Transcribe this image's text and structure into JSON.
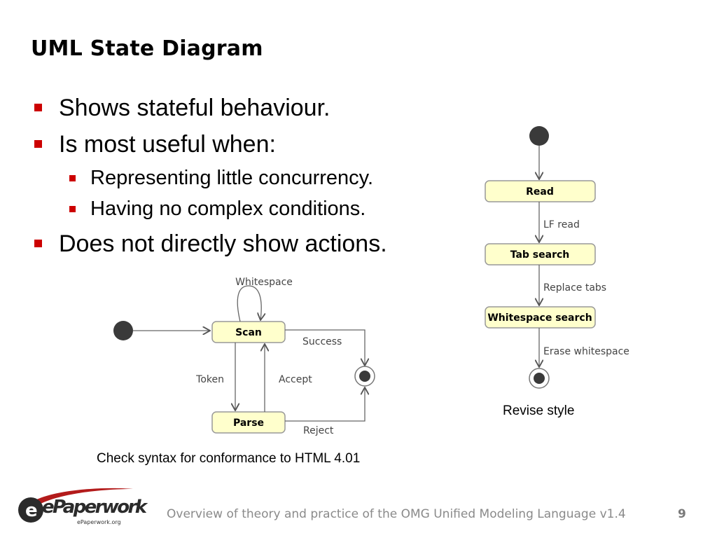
{
  "slide": {
    "title": "UML State Diagram",
    "bullets": [
      {
        "text": "Shows stateful behaviour.",
        "level": 1
      },
      {
        "text": "Is most useful when:",
        "level": 1
      },
      {
        "text": "Representing little concurrency.",
        "level": 2
      },
      {
        "text": "Having no complex conditions.",
        "level": 2
      },
      {
        "text": "Does not directly show actions.",
        "level": 1
      }
    ],
    "bullet_color": "#cc0000"
  },
  "diagram_left": {
    "states": [
      "Scan",
      "Parse"
    ],
    "transitions": [
      "Whitespace",
      "Success",
      "Token",
      "Accept",
      "Reject"
    ],
    "caption": "Check syntax for conformance to HTML 4.01"
  },
  "diagram_right": {
    "states": [
      "Read",
      "Tab search",
      "Whitespace search"
    ],
    "transitions": [
      "LF read",
      "Replace tabs",
      "Erase whitespace"
    ],
    "caption": "Revise style"
  },
  "state_fill": "#ffffcc",
  "footer": {
    "text": "Overview of theory and practice of the OMG Unified Modeling Language v1.4",
    "page_number": "9",
    "logo_text": "ePaperwork",
    "logo_subtext": "ePaperwork.org"
  }
}
